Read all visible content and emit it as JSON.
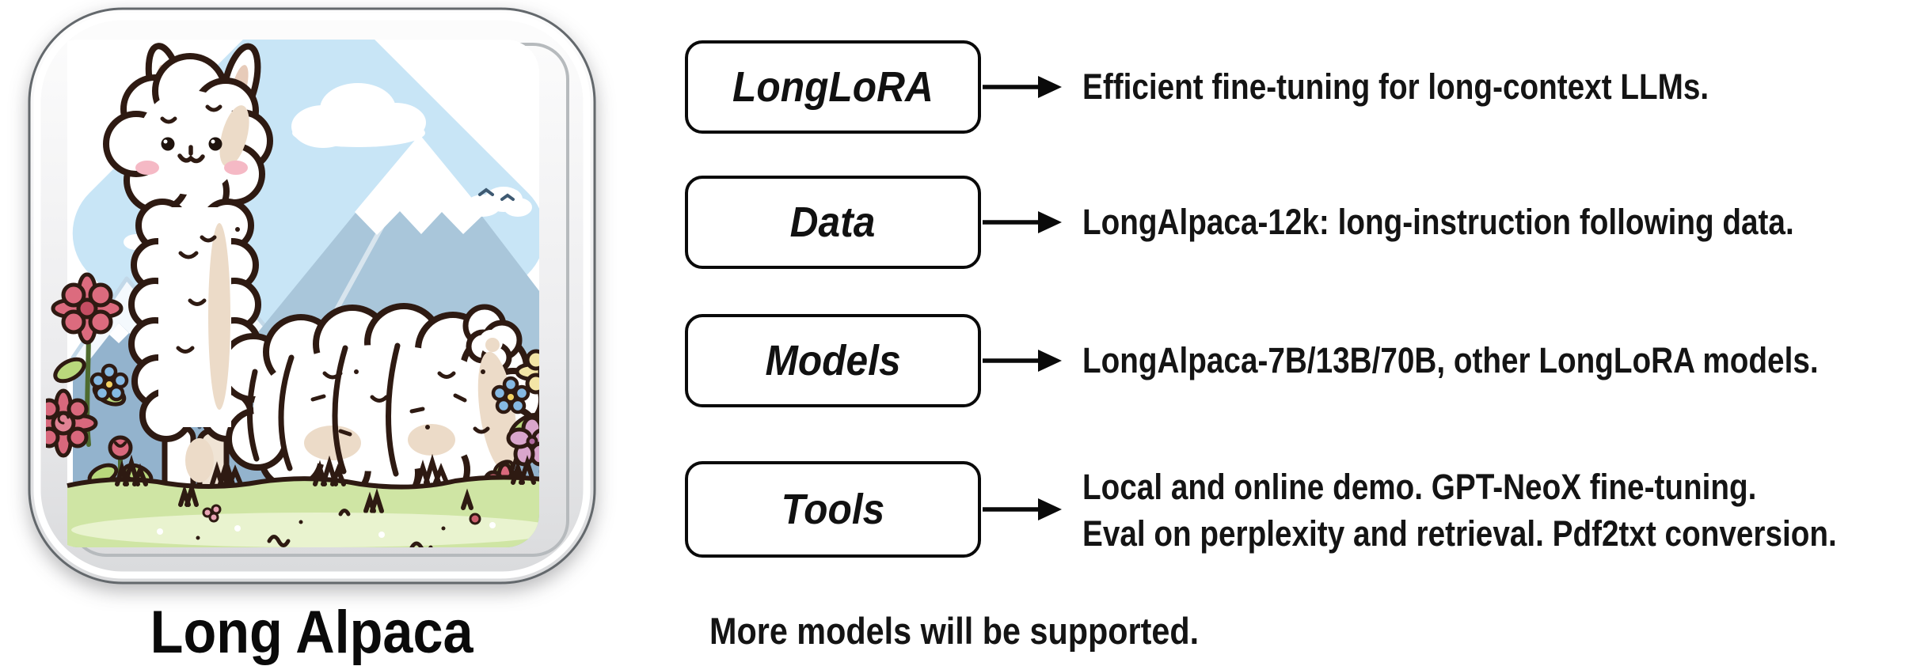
{
  "figure": {
    "caption": "Long Alpaca",
    "illustration_alt": "cartoon long alpaca in front of mountains and flowers",
    "footer_note": "More models will be supported."
  },
  "rows": [
    {
      "label": "LongLoRA",
      "lines": [
        "Efficient fine-tuning for long-context LLMs."
      ]
    },
    {
      "label": "Data",
      "lines": [
        "LongAlpaca-12k: long-instruction following data."
      ]
    },
    {
      "label": "Models",
      "lines": [
        "LongAlpaca-7B/13B/70B, other LongLoRA models."
      ]
    },
    {
      "label": "Tools",
      "lines": [
        "Local and online demo. GPT-NeoX fine-tuning.",
        "Eval on perplexity and retrieval. Pdf2txt conversion."
      ]
    }
  ],
  "icons": {
    "arrow": "arrow-right-icon",
    "badge": "long-alpaca-badge"
  },
  "colors": {
    "ink": "#0a0a0a",
    "outline_brown": "#2e1a12",
    "sky_blue": "#c8e5f6",
    "mountain_mid": "#a9c6da",
    "mountain_front": "#93b3cd",
    "grass_green": "#cfe5a4",
    "fleece_beige": "#ecdbc8",
    "flower_red": "#dc6b7e",
    "flower_blue": "#85b9e3",
    "flower_yellow": "#f3e5a6",
    "flower_pink": "#d9a6cc",
    "cheek_pink": "#f5b9c5"
  }
}
